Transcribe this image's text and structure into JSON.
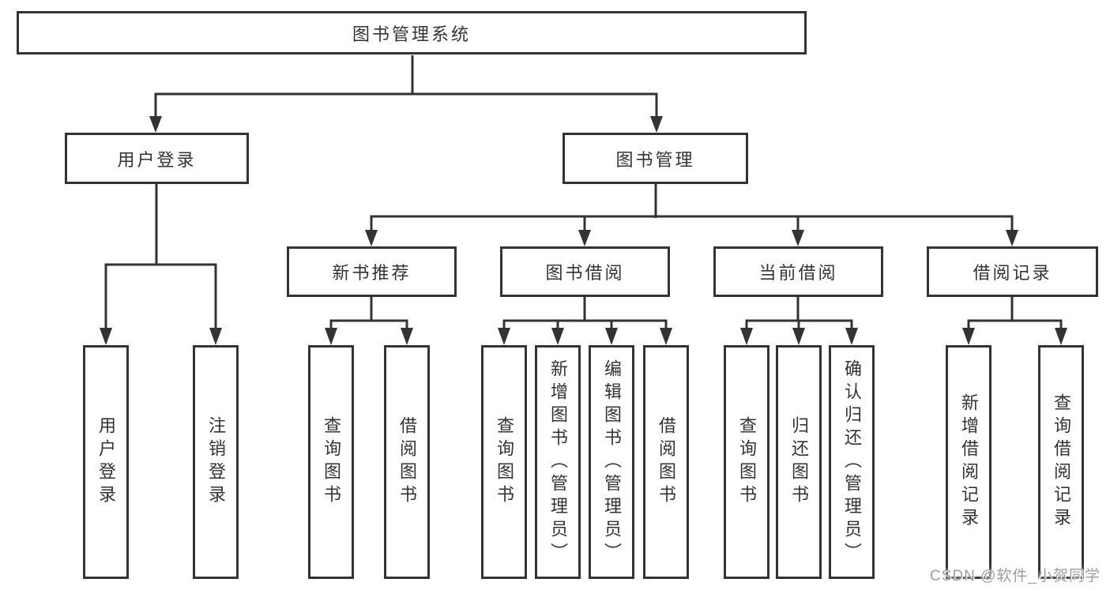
{
  "tree": {
    "root": {
      "label": "图书管理系统"
    },
    "branches": [
      {
        "label": "用户登录",
        "children": [
          "用户登录",
          "注销登录"
        ]
      },
      {
        "label": "图书管理",
        "sections": [
          {
            "label": "新书推荐",
            "children": [
              "查询图书",
              "借阅图书"
            ]
          },
          {
            "label": "图书借阅",
            "children": [
              "查询图书",
              "新增图书（管理员）",
              "编辑图书（管理员）",
              "借阅图书"
            ]
          },
          {
            "label": "当前借阅",
            "children": [
              "查询图书",
              "归还图书",
              "确认归还（管理员）"
            ]
          },
          {
            "label": "借阅记录",
            "children": [
              "新增借阅记录",
              "查询借阅记录"
            ]
          }
        ]
      }
    ]
  },
  "watermark": "CSDN @软件_小贺同学",
  "colors": {
    "line": "#333333",
    "text": "#333333",
    "background": "#ffffff",
    "watermark": "#9e9e9e"
  }
}
